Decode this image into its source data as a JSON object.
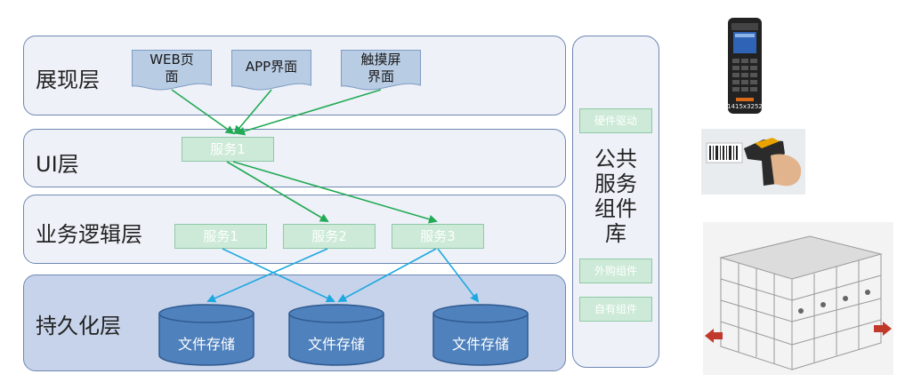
{
  "layers": {
    "presentation": "展现层",
    "ui": "UI层",
    "business": "业务逻辑层",
    "persistence": "持久化层"
  },
  "presentation_items": [
    {
      "line1": "WEB页",
      "line2": "面"
    },
    {
      "line1": "APP界面",
      "line2": ""
    },
    {
      "line1": "触摸屏",
      "line2": "界面"
    }
  ],
  "ui_service": "服务1",
  "business_services": [
    "服务1",
    "服务2",
    "服务3"
  ],
  "storage": [
    "文件存储",
    "文件存储",
    "文件存储"
  ],
  "common_library": {
    "title_lines": [
      "公共",
      "服务",
      "组件",
      "库"
    ],
    "items": [
      "硬件驱动",
      "外购组件",
      "自有组件"
    ]
  },
  "photos": {
    "device_caption": "1415x3252"
  },
  "colors": {
    "layer_fill": "#eef1f8",
    "persistence_fill": "#c7d3ea",
    "doc_fill": "#b8cce4",
    "service_fill": "#ccead7",
    "arrow_green": "#22aa55",
    "arrow_blue": "#1fa8e0",
    "cylinder_fill": "#4f81bd"
  }
}
